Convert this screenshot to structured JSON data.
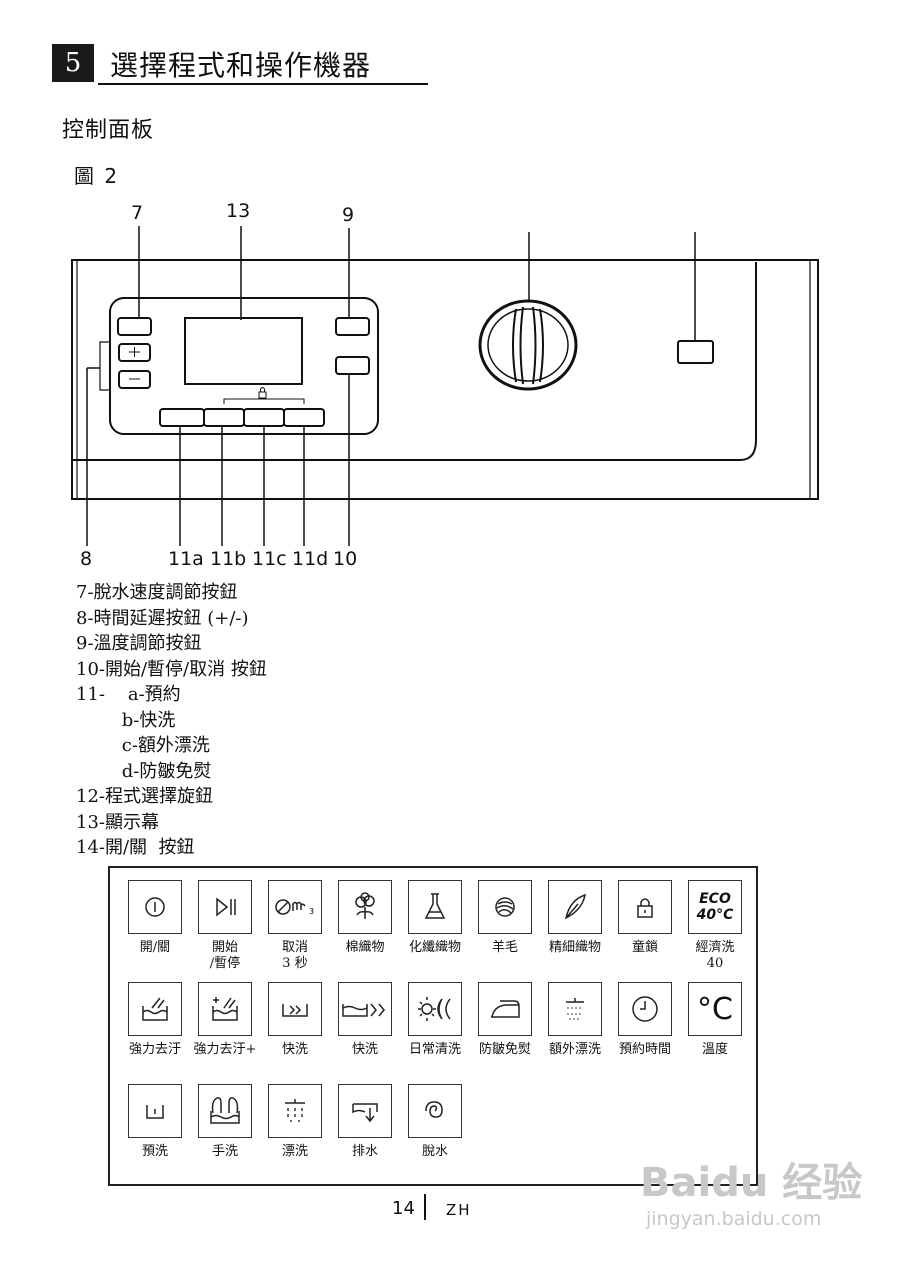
{
  "header": {
    "section_number": "5",
    "title": "選擇程式和操作機器"
  },
  "subheading": "控制面板",
  "figure_label": "圖 2",
  "callouts": {
    "c7": "7",
    "c13": "13",
    "c9": "9",
    "c8": "8",
    "c11a": "11a",
    "c11b": "11b",
    "c11c": "11c",
    "c11d": "11d",
    "c10": "10"
  },
  "legend": [
    "7-脫水速度調節按鈕",
    "8-時間延遲按鈕 (+/-)",
    "9-溫度調節按鈕",
    "10-開始/暫停/取消 按鈕",
    "11-    a-預約",
    "        b-快洗",
    "        c-額外漂洗",
    "        d-防皺免熨",
    "12-程式選擇旋鈕",
    "13-顯示幕",
    "14-開/關  按鈕"
  ],
  "icons": [
    {
      "icon": "power-icon",
      "label": "開/關"
    },
    {
      "icon": "play-pause-icon",
      "label": "開始\n/暫停"
    },
    {
      "icon": "cancel-hold-icon",
      "label": "取消\n3 秒"
    },
    {
      "icon": "cotton-icon",
      "label": "棉織物"
    },
    {
      "icon": "synthetic-icon",
      "label": "化纖織物"
    },
    {
      "icon": "wool-icon",
      "label": "羊毛"
    },
    {
      "icon": "delicate-icon",
      "label": "精細織物"
    },
    {
      "icon": "child-lock-icon",
      "label": "童鎖"
    },
    {
      "icon": "eco-icon",
      "label": "經濟洗\n40"
    },
    {
      "icon": "intensive-icon",
      "label": "強力去汙"
    },
    {
      "icon": "intensive-plus-icon",
      "label": "強力去汙+"
    },
    {
      "icon": "quick-wash-icon",
      "label": "快洗"
    },
    {
      "icon": "quick-wash-alt-icon",
      "label": "快洗"
    },
    {
      "icon": "daily-icon",
      "label": "日常清洗"
    },
    {
      "icon": "iron-icon",
      "label": "防皺免熨"
    },
    {
      "icon": "extra-rinse-icon",
      "label": "額外漂洗"
    },
    {
      "icon": "clock-icon",
      "label": "預約時間"
    },
    {
      "icon": "celsius-icon",
      "label": "溫度"
    },
    {
      "icon": "prewash-icon",
      "label": "預洗"
    },
    {
      "icon": "handwash-icon",
      "label": "手洗"
    },
    {
      "icon": "rinse-icon",
      "label": "漂洗"
    },
    {
      "icon": "drain-icon",
      "label": "排水"
    },
    {
      "icon": "spin-icon",
      "label": "脫水"
    }
  ],
  "eco_icon_text": "ECO",
  "eco_icon_temp": "40°C",
  "celsius_text": "°C",
  "cancel_icon_sub": "3",
  "footer": {
    "page": "14",
    "lang": "ZH"
  },
  "watermark": {
    "brand": "Baidu 经验",
    "url": "jingyan.baidu.com"
  }
}
